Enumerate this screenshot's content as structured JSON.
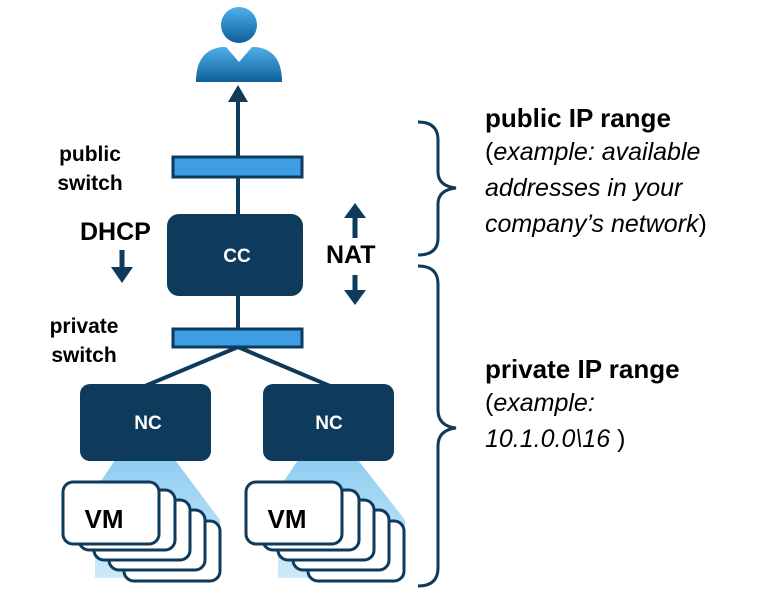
{
  "labels": {
    "public_switch": [
      "public",
      "switch"
    ],
    "private_switch": [
      "private",
      "switch"
    ],
    "dhcp": "DHCP",
    "nat": "NAT",
    "cc": "CC",
    "nc_left": "NC",
    "nc_right": "NC",
    "vm_left": "VM",
    "vm_right": "VM"
  },
  "public_range": {
    "title": "public IP range",
    "open": "(",
    "line1": "example: available",
    "line2": "addresses in your",
    "line3": "company’s network",
    "close": ")"
  },
  "private_range": {
    "title": "private IP range",
    "open": "(",
    "line1": "example:",
    "line2": "10.1.0.0\\16 ",
    "close": ")"
  },
  "colors": {
    "node_fill": "#0e3a5c",
    "switch_fill": "#3d9ee6",
    "line": "#0e3a5c",
    "beam": "#a6d7f3",
    "user_icon": "#1f7fbf"
  },
  "icons": {
    "user": "user-icon"
  }
}
